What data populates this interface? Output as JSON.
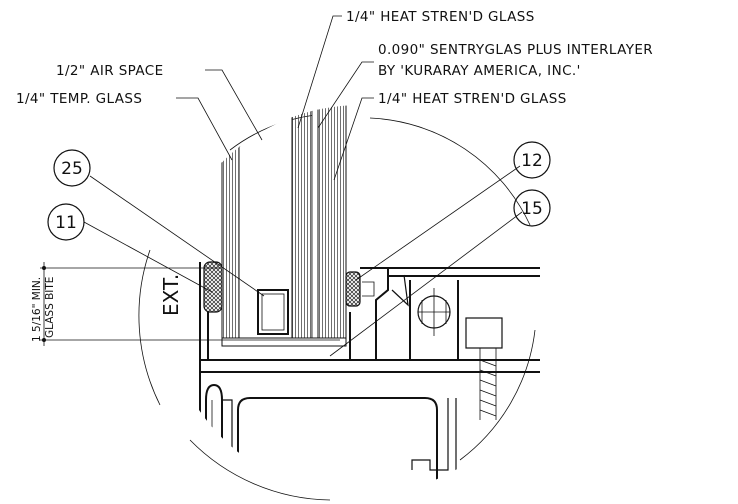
{
  "callouts": {
    "glass_outer": "1/4\" HEAT STREN'D GLASS",
    "interlayer_line1": "0.090\" SENTRYGLAS PLUS INTERLAYER",
    "interlayer_line2": "BY 'KURARAY AMERICA, INC.'",
    "glass_inner": "1/4\" HEAT STREN'D GLASS",
    "air_space": "1/2\" AIR SPACE",
    "temp_glass": "1/4\" TEMP. GLASS"
  },
  "tags": {
    "t25": "25",
    "t11": "11",
    "t12": "12",
    "t15": "15"
  },
  "side_label": "EXT.",
  "dimension": {
    "line1": "1 5/16\" MIN.",
    "line2": "GLASS BITE"
  }
}
